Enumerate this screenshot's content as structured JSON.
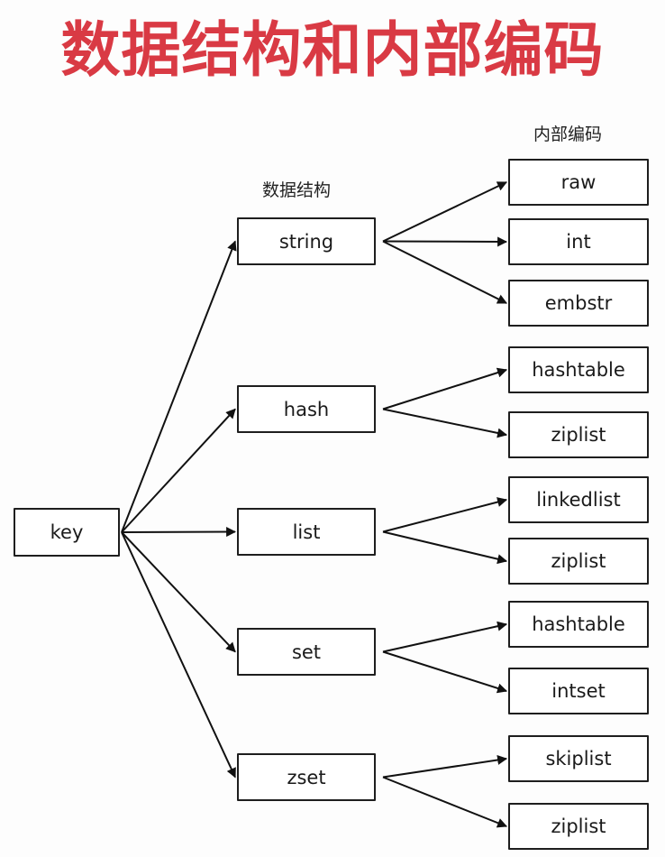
{
  "title": "数据结构和内部编码",
  "labels": {
    "structure": "数据结构",
    "encoding": "内部编码"
  },
  "root": {
    "label": "key"
  },
  "structures": [
    {
      "label": "string",
      "encodings": [
        "raw",
        "int",
        "embstr"
      ]
    },
    {
      "label": "hash",
      "encodings": [
        "hashtable",
        "ziplist"
      ]
    },
    {
      "label": "list",
      "encodings": [
        "linkedlist",
        "ziplist"
      ]
    },
    {
      "label": "set",
      "encodings": [
        "hashtable",
        "intset"
      ]
    },
    {
      "label": "zset",
      "encodings": [
        "skiplist",
        "ziplist"
      ]
    }
  ]
}
